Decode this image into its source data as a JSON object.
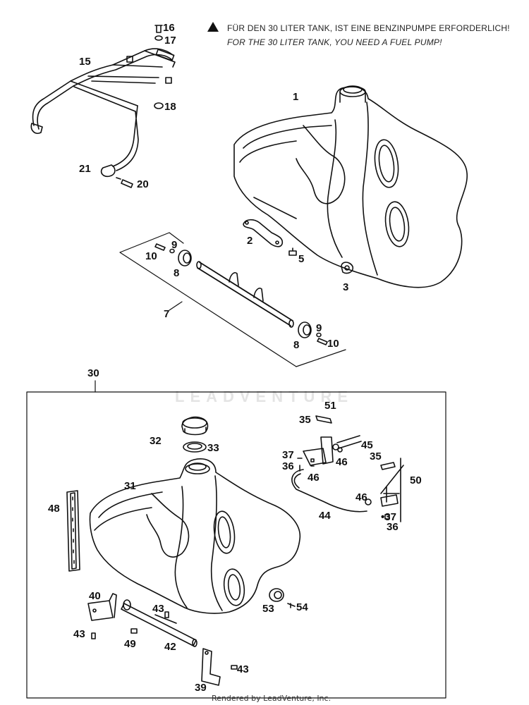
{
  "notes": {
    "german": "FÜR DEN 30 LITER TANK, IST EINE BENZINPUMPE ERFORDERLICH!",
    "english": "FOR THE 30 LITER TANK, YOU NEED A FUEL PUMP!"
  },
  "watermark": "LEADVENTURE",
  "footer": "Rendered by LeadVenture, Inc.",
  "callouts": {
    "c1": "1",
    "c2": "2",
    "c3": "3",
    "c5": "5",
    "c7": "7",
    "c8a": "8",
    "c8b": "8",
    "c9a": "9",
    "c9b": "9",
    "c10a": "10",
    "c10b": "10",
    "c15": "15",
    "c16": "16",
    "c17": "17",
    "c18": "18",
    "c20": "20",
    "c21": "21",
    "c30": "30",
    "c31": "31",
    "c32": "32",
    "c33": "33",
    "c35a": "35",
    "c35b": "35",
    "c36a": "36",
    "c36b": "36",
    "c37a": "37",
    "c37b": "•37",
    "c39": "39",
    "c40": "40",
    "c42": "42",
    "c43a": "43",
    "c43b": "43",
    "c43c": "43",
    "c44": "44",
    "c45": "45",
    "c46a": "46",
    "c46b": "46",
    "c46c": "46",
    "c48": "48",
    "c49": "49",
    "c50": "50",
    "c51": "51",
    "c53": "53",
    "c54": "54"
  }
}
